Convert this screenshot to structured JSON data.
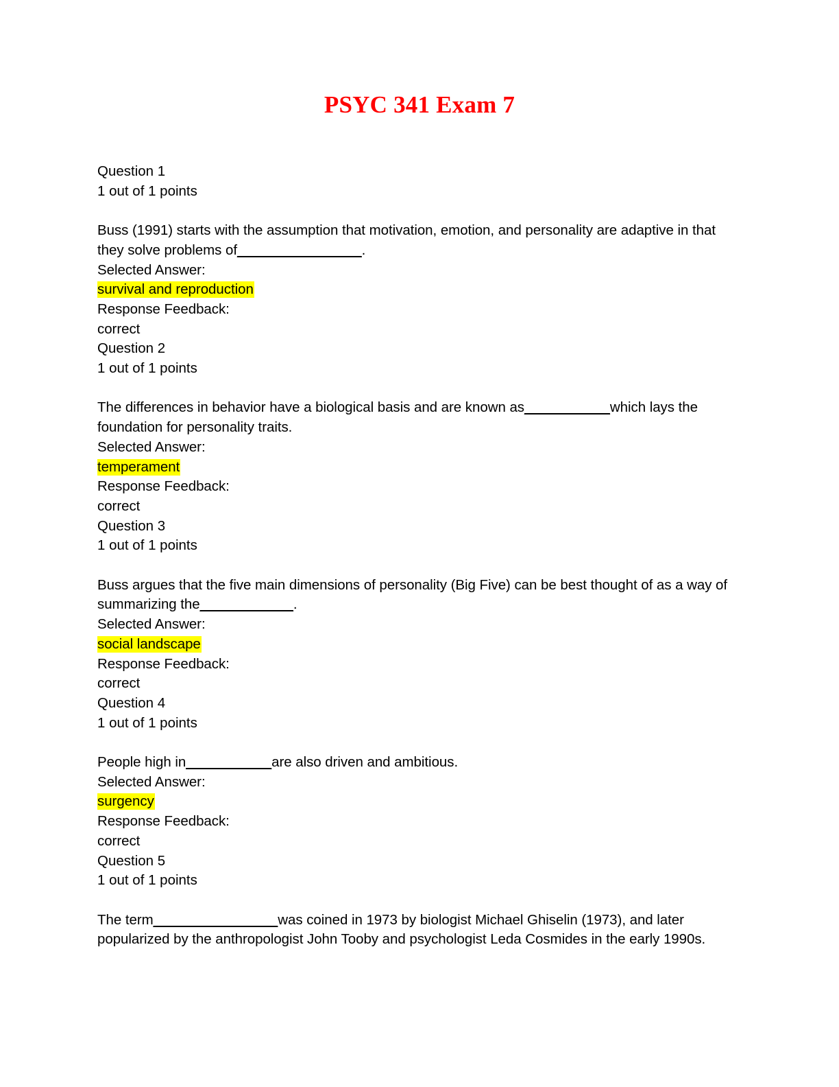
{
  "document": {
    "title": "PSYC 341 Exam 7",
    "title_color": "#ff0000",
    "highlight_color": "#ffff00",
    "page_background": "#ffffff",
    "text_color": "#000000"
  },
  "labels": {
    "selected_answer": "Selected Answer:",
    "response_feedback": "Response Feedback:"
  },
  "questions": [
    {
      "number_label": "Question 1",
      "points_label": "1 out of 1 points",
      "prompt_before": "Buss (1991) starts with the assumption that motivation, emotion, and personality are adaptive in that they solve problems of",
      "blank": "________________",
      "prompt_after": ".",
      "selected_answer_label": "Selected Answer:",
      "selected_answer": "survival and reproduction",
      "response_feedback_label": "Response Feedback:",
      "response_feedback": "correct"
    },
    {
      "number_label": "Question 2",
      "points_label": "1 out of 1 points",
      "prompt_before": "The differences in behavior have a biological basis and are known as",
      "blank": "___________",
      "prompt_after": "which lays the foundation for personality traits.",
      "selected_answer_label": "Selected Answer:",
      "selected_answer": "temperament",
      "response_feedback_label": "Response Feedback:",
      "response_feedback": "correct"
    },
    {
      "number_label": "Question 3",
      "points_label": "1 out of 1 points",
      "prompt_before": "Buss argues that the five main dimensions of personality (Big Five) can be best thought of as a way of summarizing the",
      "blank": "____________",
      "prompt_after": ".",
      "selected_answer_label": "Selected Answer:",
      "selected_answer": "social landscape",
      "response_feedback_label": "Response Feedback:",
      "response_feedback": "correct"
    },
    {
      "number_label": "Question 4",
      "points_label": "1 out of 1 points",
      "prompt_before": "People high in",
      "blank": "___________",
      "prompt_after": "are also driven and ambitious.",
      "selected_answer_label": "Selected Answer:",
      "selected_answer": "surgency",
      "response_feedback_label": "Response Feedback:",
      "response_feedback": "correct"
    },
    {
      "number_label": "Question 5",
      "points_label": "1 out of 1 points",
      "prompt_before": "The term",
      "blank": "________________",
      "prompt_after": "was coined in 1973 by biologist Michael Ghiselin (1973), and later popularized by the anthropologist John Tooby and psychologist Leda Cosmides in the early 1990s.",
      "selected_answer_label": null,
      "selected_answer": null,
      "response_feedback_label": null,
      "response_feedback": null
    }
  ]
}
